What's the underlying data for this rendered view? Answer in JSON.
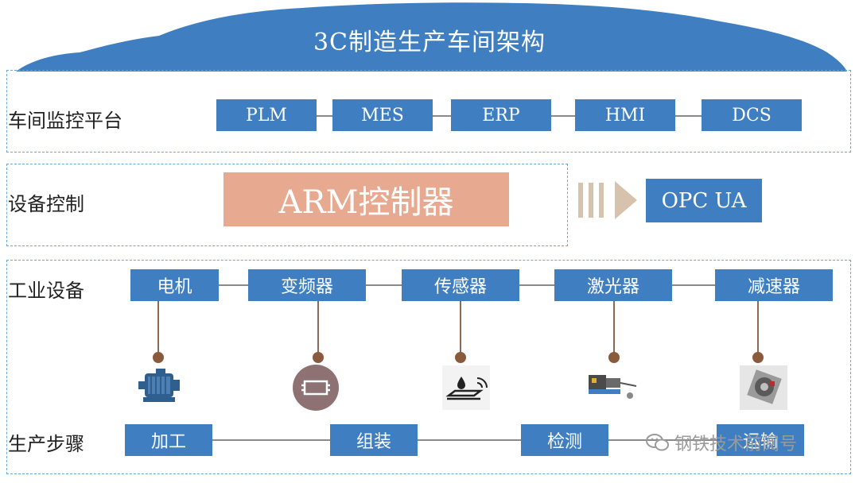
{
  "title": "3C制造生产车间架构",
  "rows": {
    "monitoring": {
      "label": "车间监控平台",
      "items": [
        "PLM",
        "MES",
        "ERP",
        "HMI",
        "DCS"
      ]
    },
    "control": {
      "label": "设备控制",
      "controller": "ARM控制器",
      "protocol": "OPC UA"
    },
    "equipment": {
      "label": "工业设备",
      "items": [
        "电机",
        "变频器",
        "传感器",
        "激光器",
        "减速器"
      ]
    },
    "production": {
      "label": "生产步骤",
      "items": [
        "加工",
        "组装",
        "检测",
        "运输"
      ]
    }
  },
  "icons": [
    "motor-icon",
    "inverter-icon",
    "sensor-icon",
    "laser-icon",
    "reducer-icon"
  ],
  "watermark": "钢铁技术前阅号",
  "colors": {
    "box_blue": "#3f7fc1",
    "arm_salmon": "#e7a98f",
    "arrow_tan": "#d7c3ad",
    "panel_dash": "#6aa7d6",
    "dot_brown": "#8a5a3c"
  }
}
